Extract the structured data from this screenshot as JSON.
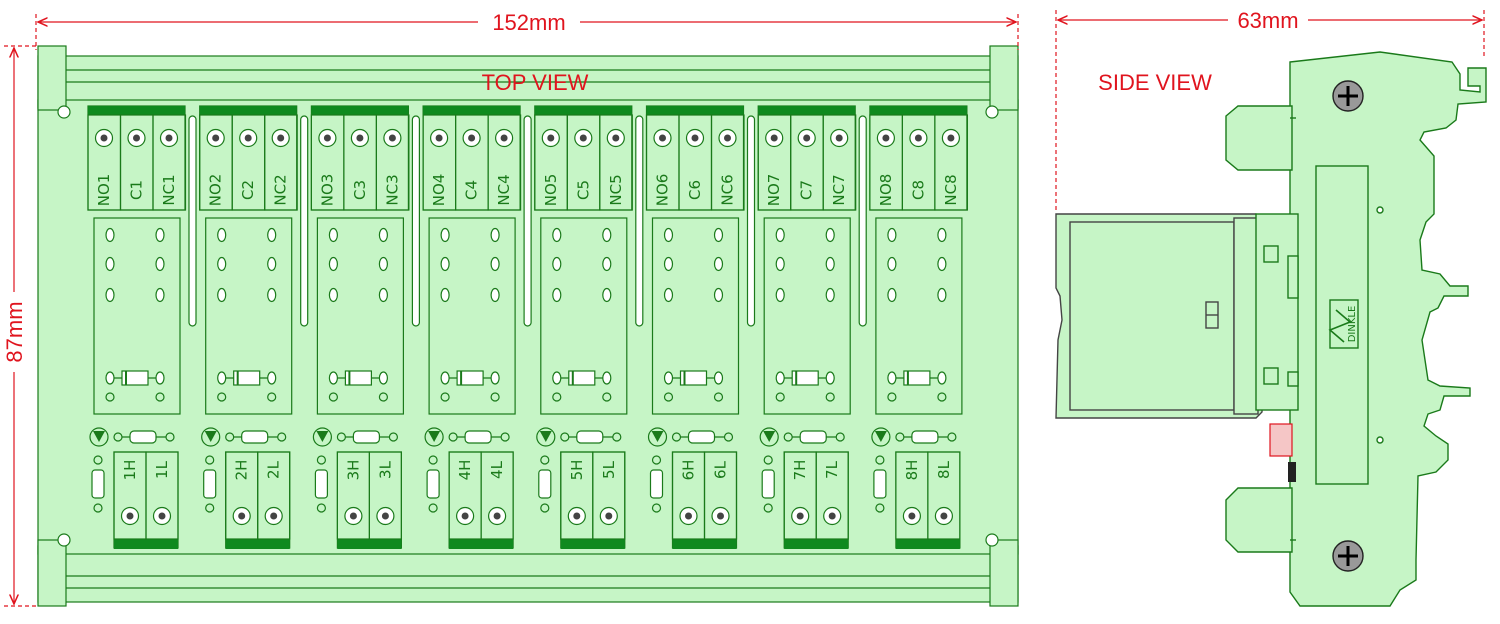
{
  "dimensions": {
    "top_width": "152mm",
    "left_height": "87mm",
    "side_width": "63mm"
  },
  "views": {
    "top": "TOP VIEW",
    "side": "SIDE VIEW"
  },
  "channels": [
    {
      "no": "NO1",
      "c": "C1",
      "nc": "NC1",
      "h": "1H",
      "l": "1L"
    },
    {
      "no": "NO2",
      "c": "C2",
      "nc": "NC2",
      "h": "2H",
      "l": "2L"
    },
    {
      "no": "NO3",
      "c": "C3",
      "nc": "NC3",
      "h": "3H",
      "l": "3L"
    },
    {
      "no": "NO4",
      "c": "C4",
      "nc": "NC4",
      "h": "4H",
      "l": "4L"
    },
    {
      "no": "NO5",
      "c": "C5",
      "nc": "NC5",
      "h": "5H",
      "l": "5L"
    },
    {
      "no": "NO6",
      "c": "C6",
      "nc": "NC6",
      "h": "6H",
      "l": "6L"
    },
    {
      "no": "NO7",
      "c": "C7",
      "nc": "NC7",
      "h": "7H",
      "l": "7L"
    },
    {
      "no": "NO8",
      "c": "C8",
      "nc": "NC8",
      "h": "8H",
      "l": "8L"
    }
  ],
  "brand": "DINKLE",
  "colors": {
    "board": "#c6f5c6",
    "line": "#1a7a1a",
    "strip": "#0f8a1f",
    "dimension": "#e0141e",
    "grey": "#444444"
  }
}
